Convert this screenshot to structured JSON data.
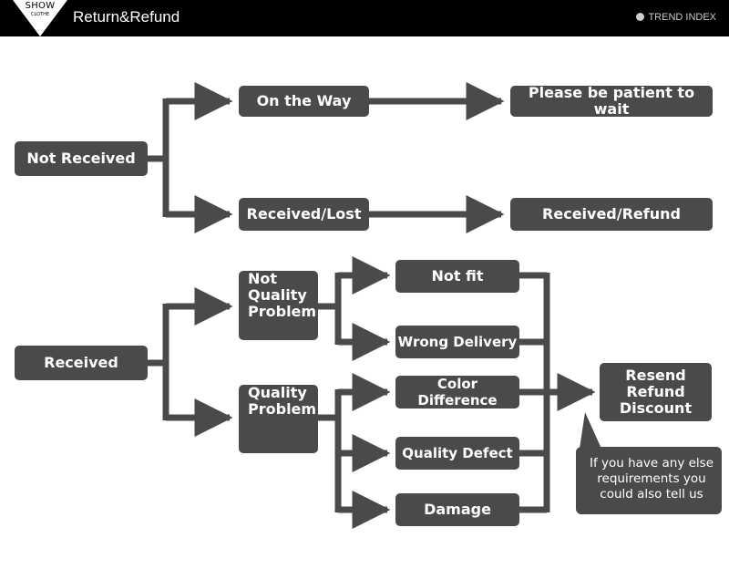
{
  "header": {
    "logo_text": "SHOW",
    "logo_sub": "CLOTHE",
    "title": "Return&Refund",
    "brand": "TREND INDEX"
  },
  "nodes": {
    "not_received": "Not Received",
    "on_the_way": "On the Way",
    "wait": "Please be patient to wait",
    "received_lost": "Received/Lost",
    "received_refund": "Received/Refund",
    "received": "Received",
    "not_quality_1": "Not",
    "not_quality_2": "Quality",
    "not_quality_3": "Problem",
    "quality_1": "Quality",
    "quality_2": "Problem",
    "not_fit": "Not fit",
    "wrong_delivery": "Wrong Delivery",
    "color_difference": "Color Difference",
    "quality_defect": "Quality Defect",
    "damage": "Damage",
    "result_1": "Resend",
    "result_2": "Refund",
    "result_3": "Discount",
    "note_1": "If you have any else",
    "note_2": "requirements you",
    "note_3": "could also tell us"
  }
}
